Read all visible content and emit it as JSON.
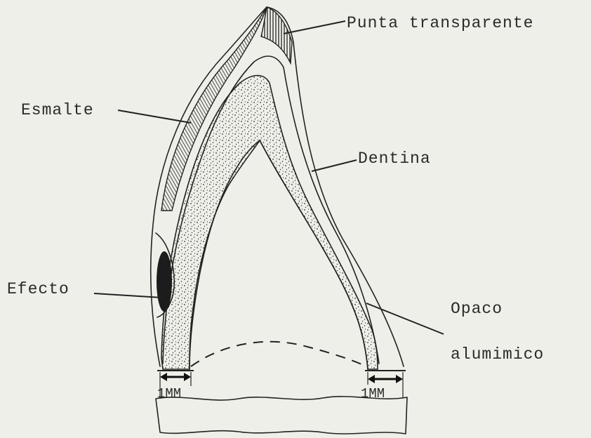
{
  "labels": {
    "punta": "Punta transparente",
    "esmalte": "Esmalte",
    "dentina": "Dentina",
    "efecto": "Efecto",
    "opaco_line1": "Opaco",
    "opaco_line2": "alumimico",
    "measure_left": "1MM",
    "measure_right": "1MM"
  }
}
